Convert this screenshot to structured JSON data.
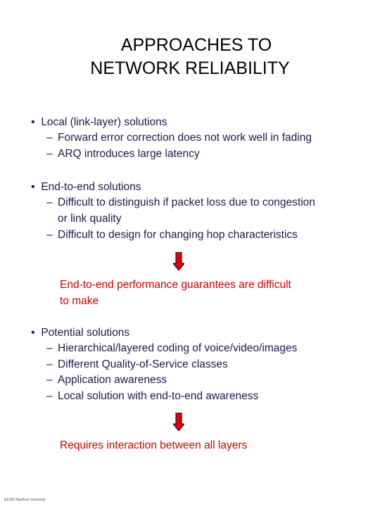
{
  "title": {
    "line1": "APPROACHES TO",
    "line2": "NETWORK RELIABILITY"
  },
  "sections": [
    {
      "bullet": "Local (link-layer) solutions",
      "items": [
        "Forward error correction does not work well in fading",
        "ARQ introduces large latency"
      ]
    },
    {
      "bullet": "End-to-end solutions",
      "items": [
        "Difficult to distinguish if packet loss due to congestion",
        "or link quality",
        "Difficult to design for changing hop characteristics"
      ]
    },
    {
      "bullet": "Potential solutions",
      "items": [
        "Hierarchical/layered coding of voice/video/images",
        "Different Quality-of-Service classes",
        "Application awareness",
        "Local solution with end-to-end awareness"
      ]
    }
  ],
  "callouts": {
    "first_line1": "End-to-end performance guarantees are difficult",
    "first_line2": "to make",
    "second": "Requires interaction between all layers"
  },
  "glyphs": {
    "bullet": "•",
    "dash": "–"
  },
  "colors": {
    "title": "#000000",
    "body": "#1a1a4a",
    "callout": "#cc0000",
    "arrow_fill": "#e00000",
    "arrow_stroke": "#1a1a4a"
  },
  "footer": "EE360 Stanford University"
}
